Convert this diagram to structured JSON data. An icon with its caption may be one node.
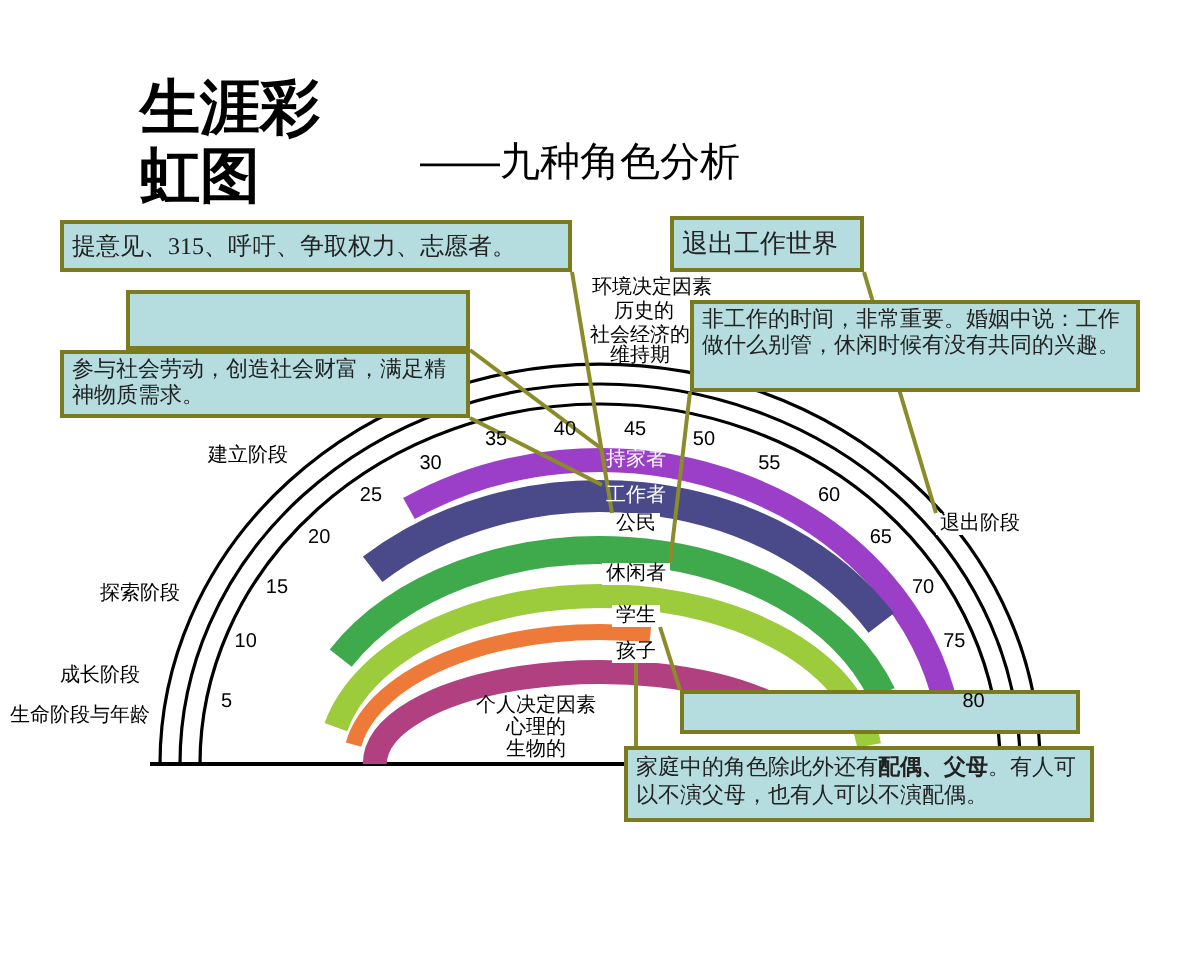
{
  "diagram": {
    "title": "生涯彩虹图",
    "nodes": [
      {
        "text": [
          "提意见、315、呼吁、争取权力、志愿者。"
        ]
      },
      {
        "text": [],
        "shape": "box"
      },
      {
        "text": [
          "参与社会劳动，创造社会财富，满足精神物质需求。"
        ]
      },
      {
        "text": [
          "退出工作世界"
        ]
      },
      {
        "text": [
          "非工作的时间，非常重要。婚姻中说：工作做什么别管，休闲时候有没有共同的兴趣。"
        ]
      },
      {
        "text": [],
        "shape": "box"
      },
      {
        "text": [
          "家庭中的角色除此外还有**配偶、父母**。有人可以不演父母，也有人可以不演配偶。"
        ]
      },
      {
        "text": [
          "持家者"
        ]
      },
      {
        "text": [
          "工作者"
        ]
      },
      {
        "text": [
          "公民"
        ]
      },
      {
        "text": [
          "休闲者"
        ]
      },
      {
        "text": [
          "学生"
        ]
      },
      {
        "text": [
          "孩子"
        ]
      },
      {
        "text": [
          "退出阶段"
        ]
      }
    ],
    "edges": [
      {
        "from": 0,
        "to": 9,
        "arrow": "none"
      },
      {
        "from": 1,
        "to": 7,
        "arrow": "none"
      },
      {
        "from": 2,
        "to": 8,
        "arrow": "none"
      },
      {
        "from": 3,
        "to": 13,
        "arrow": "none"
      },
      {
        "from": 4,
        "to": 10,
        "arrow": "none"
      },
      {
        "from": 5,
        "to": 11,
        "arrow": "none"
      },
      {
        "from": 6,
        "to": 12,
        "arrow": "none"
      }
    ],
    "labels": [
      "——九种角色分析",
      "环境决定因素",
      "历史的",
      "社会经济的",
      "维持期",
      "5",
      "10",
      "15",
      "20",
      "25",
      "30",
      "35",
      "40",
      "45",
      "50",
      "55",
      "60",
      "65",
      "70",
      "75",
      "80",
      "建立阶段",
      "探索阶段",
      "成长阶段",
      "生命阶段与年龄",
      "个人决定因素",
      "心理的",
      "生物的"
    ]
  }
}
